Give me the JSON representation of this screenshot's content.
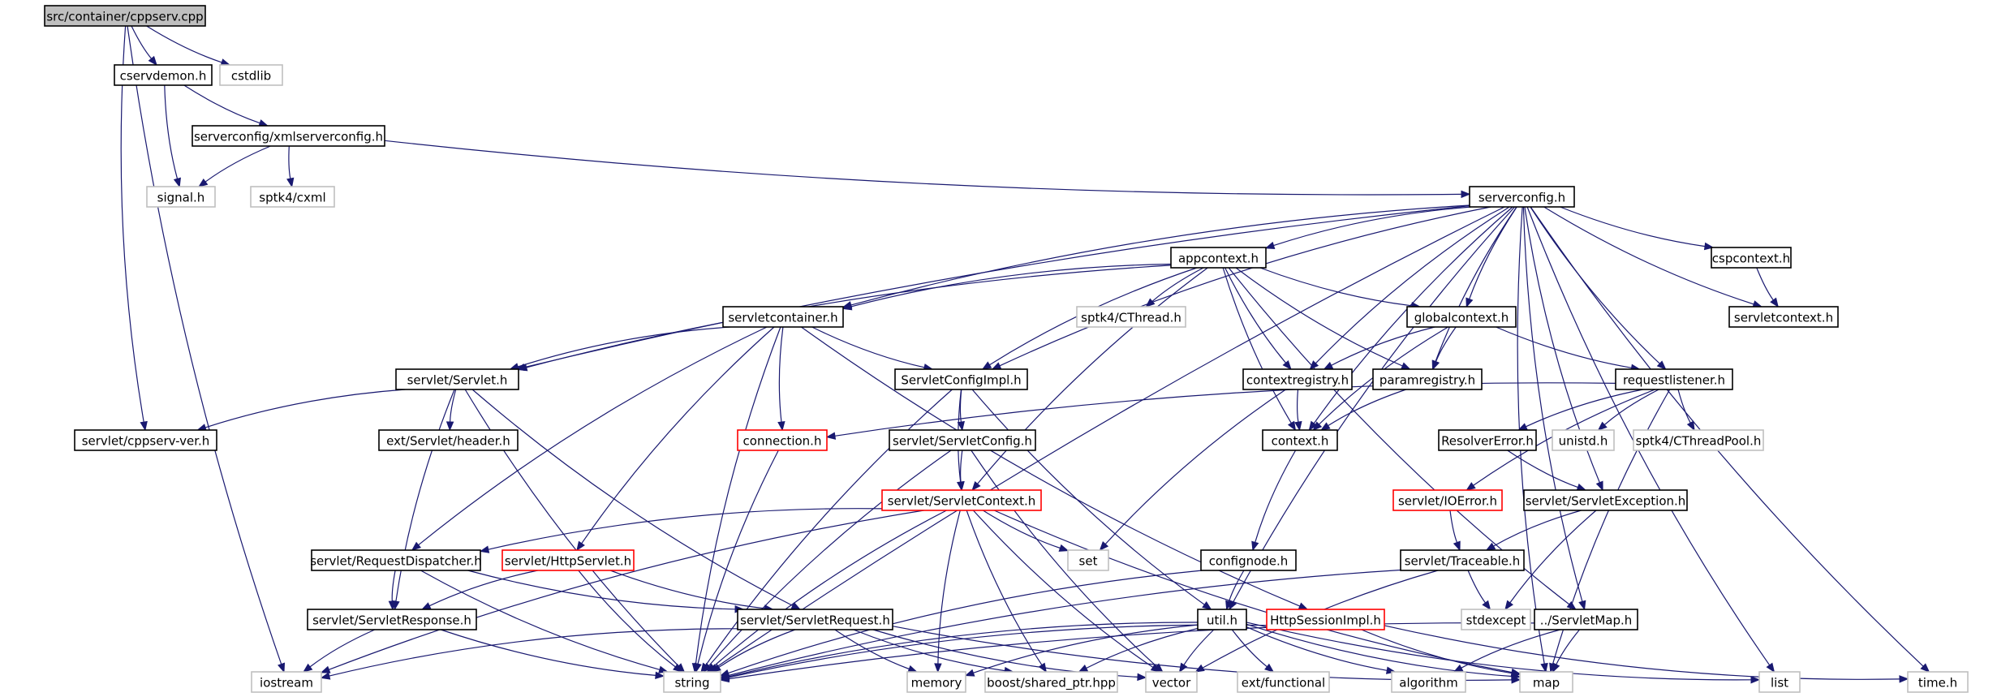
{
  "colors": {
    "edge": "#191970",
    "border_normal": "#000000",
    "border_missing": "#bfbfbf",
    "border_truncated": "#ff0000",
    "root_fill": "#bfbfbf",
    "text": "#000000"
  },
  "nodes": [
    {
      "id": "root",
      "label": "src/container/cppserv.cpp",
      "style": "root"
    },
    {
      "id": "cservdemon",
      "label": "cservdemon.h",
      "style": "normal"
    },
    {
      "id": "cstdlib",
      "label": "cstdlib",
      "style": "missing"
    },
    {
      "id": "xmlserverconfig",
      "label": "serverconfig/xmlserverconfig.h",
      "style": "normal"
    },
    {
      "id": "signal",
      "label": "signal.h",
      "style": "missing"
    },
    {
      "id": "cxml",
      "label": "sptk4/cxml",
      "style": "missing"
    },
    {
      "id": "serverconfig",
      "label": "serverconfig.h",
      "style": "normal"
    },
    {
      "id": "appcontext",
      "label": "appcontext.h",
      "style": "normal"
    },
    {
      "id": "cspcontext",
      "label": "cspcontext.h",
      "style": "normal"
    },
    {
      "id": "servletcontext_h",
      "label": "servletcontext.h",
      "style": "normal"
    },
    {
      "id": "servletcontainer",
      "label": "servletcontainer.h",
      "style": "normal"
    },
    {
      "id": "cthread",
      "label": "sptk4/CThread.h",
      "style": "missing"
    },
    {
      "id": "globalcontext",
      "label": "globalcontext.h",
      "style": "normal"
    },
    {
      "id": "servlet_h",
      "label": "servlet/Servlet.h",
      "style": "normal"
    },
    {
      "id": "servletconfigimpl",
      "label": "ServletConfigImpl.h",
      "style": "normal"
    },
    {
      "id": "contextregistry",
      "label": "contextregistry.h",
      "style": "normal"
    },
    {
      "id": "paramregistry",
      "label": "paramregistry.h",
      "style": "normal"
    },
    {
      "id": "requestlistener",
      "label": "requestlistener.h",
      "style": "normal"
    },
    {
      "id": "cppservver",
      "label": "servlet/cppserv-ver.h",
      "style": "normal"
    },
    {
      "id": "extheader",
      "label": "ext/Servlet/header.h",
      "style": "normal"
    },
    {
      "id": "connection",
      "label": "connection.h",
      "style": "truncated"
    },
    {
      "id": "servletconfig",
      "label": "servlet/ServletConfig.h",
      "style": "normal"
    },
    {
      "id": "context",
      "label": "context.h",
      "style": "normal"
    },
    {
      "id": "resolvererror",
      "label": "ResolverError.h",
      "style": "normal"
    },
    {
      "id": "unistd",
      "label": "unistd.h",
      "style": "missing"
    },
    {
      "id": "cthreadpool",
      "label": "sptk4/CThreadPool.h",
      "style": "missing"
    },
    {
      "id": "servletcontext",
      "label": "servlet/ServletContext.h",
      "style": "truncated"
    },
    {
      "id": "ioerror",
      "label": "servlet/IOError.h",
      "style": "truncated"
    },
    {
      "id": "servletexception",
      "label": "servlet/ServletException.h",
      "style": "normal"
    },
    {
      "id": "requestdispatcher",
      "label": "servlet/RequestDispatcher.h",
      "style": "normal"
    },
    {
      "id": "httpservlet",
      "label": "servlet/HttpServlet.h",
      "style": "truncated"
    },
    {
      "id": "set",
      "label": "set",
      "style": "missing"
    },
    {
      "id": "confignode",
      "label": "confignode.h",
      "style": "normal"
    },
    {
      "id": "traceable",
      "label": "servlet/Traceable.h",
      "style": "normal"
    },
    {
      "id": "servletresponse",
      "label": "servlet/ServletResponse.h",
      "style": "normal"
    },
    {
      "id": "servletrequest",
      "label": "servlet/ServletRequest.h",
      "style": "normal"
    },
    {
      "id": "util",
      "label": "util.h",
      "style": "normal"
    },
    {
      "id": "httpsessionimpl",
      "label": "HttpSessionImpl.h",
      "style": "truncated"
    },
    {
      "id": "stdexcept",
      "label": "stdexcept",
      "style": "missing"
    },
    {
      "id": "servletmap",
      "label": "../ServletMap.h",
      "style": "normal"
    },
    {
      "id": "iostream",
      "label": "iostream",
      "style": "missing"
    },
    {
      "id": "string",
      "label": "string",
      "style": "missing"
    },
    {
      "id": "memory",
      "label": "memory",
      "style": "missing"
    },
    {
      "id": "sharedptr",
      "label": "boost/shared_ptr.hpp",
      "style": "missing"
    },
    {
      "id": "vector",
      "label": "vector",
      "style": "missing"
    },
    {
      "id": "extfunctional",
      "label": "ext/functional",
      "style": "missing"
    },
    {
      "id": "algorithm",
      "label": "algorithm",
      "style": "missing"
    },
    {
      "id": "map",
      "label": "map",
      "style": "missing"
    },
    {
      "id": "list",
      "label": "list",
      "style": "missing"
    },
    {
      "id": "timeh",
      "label": "time.h",
      "style": "missing"
    }
  ],
  "edges": [
    [
      "root",
      "cservdemon"
    ],
    [
      "root",
      "cstdlib"
    ],
    [
      "root",
      "cppservver"
    ],
    [
      "root",
      "iostream"
    ],
    [
      "cservdemon",
      "xmlserverconfig"
    ],
    [
      "cservdemon",
      "signal"
    ],
    [
      "xmlserverconfig",
      "signal"
    ],
    [
      "xmlserverconfig",
      "cxml"
    ],
    [
      "xmlserverconfig",
      "serverconfig"
    ],
    [
      "serverconfig",
      "appcontext"
    ],
    [
      "serverconfig",
      "cspcontext"
    ],
    [
      "serverconfig",
      "servletcontext_h"
    ],
    [
      "serverconfig",
      "servletcontainer"
    ],
    [
      "serverconfig",
      "globalcontext"
    ],
    [
      "serverconfig",
      "servlet_h"
    ],
    [
      "serverconfig",
      "servletconfigimpl"
    ],
    [
      "serverconfig",
      "contextregistry"
    ],
    [
      "serverconfig",
      "paramregistry"
    ],
    [
      "serverconfig",
      "requestlistener"
    ],
    [
      "serverconfig",
      "context"
    ],
    [
      "serverconfig",
      "servletexception"
    ],
    [
      "serverconfig",
      "util"
    ],
    [
      "serverconfig",
      "servletmap"
    ],
    [
      "serverconfig",
      "string"
    ],
    [
      "serverconfig",
      "map"
    ],
    [
      "serverconfig",
      "list"
    ],
    [
      "serverconfig",
      "timeh"
    ],
    [
      "cspcontext",
      "servletcontext_h"
    ],
    [
      "appcontext",
      "servletcontainer"
    ],
    [
      "appcontext",
      "cthread"
    ],
    [
      "appcontext",
      "globalcontext"
    ],
    [
      "appcontext",
      "servlet_h"
    ],
    [
      "appcontext",
      "servletconfigimpl"
    ],
    [
      "appcontext",
      "contextregistry"
    ],
    [
      "appcontext",
      "paramregistry"
    ],
    [
      "appcontext",
      "context"
    ],
    [
      "appcontext",
      "servletcontext"
    ],
    [
      "appcontext",
      "servletmap"
    ],
    [
      "servletcontainer",
      "servlet_h"
    ],
    [
      "servletcontainer",
      "servletconfigimpl"
    ],
    [
      "servletcontainer",
      "connection"
    ],
    [
      "servletcontainer",
      "requestdispatcher"
    ],
    [
      "servletcontainer",
      "httpservlet"
    ],
    [
      "servletcontainer",
      "string"
    ],
    [
      "servletcontainer",
      "httpsessionimpl"
    ],
    [
      "globalcontext",
      "contextregistry"
    ],
    [
      "globalcontext",
      "paramregistry"
    ],
    [
      "globalcontext",
      "requestlistener"
    ],
    [
      "globalcontext",
      "context"
    ],
    [
      "servlet_h",
      "cppservver"
    ],
    [
      "servlet_h",
      "extheader"
    ],
    [
      "servlet_h",
      "servletresponse"
    ],
    [
      "servlet_h",
      "servletrequest"
    ],
    [
      "servlet_h",
      "string"
    ],
    [
      "servletconfigimpl",
      "servletconfig"
    ],
    [
      "servletconfigimpl",
      "servletcontext"
    ],
    [
      "servletconfigimpl",
      "string"
    ],
    [
      "servletconfigimpl",
      "util"
    ],
    [
      "contextregistry",
      "context"
    ],
    [
      "contextregistry",
      "set"
    ],
    [
      "paramregistry",
      "context"
    ],
    [
      "requestlistener",
      "connection"
    ],
    [
      "requestlistener",
      "resolvererror"
    ],
    [
      "requestlistener",
      "unistd"
    ],
    [
      "requestlistener",
      "cthreadpool"
    ],
    [
      "requestlistener",
      "ioerror"
    ],
    [
      "requestlistener",
      "map"
    ],
    [
      "connection",
      "string"
    ],
    [
      "servletconfig",
      "servletcontext"
    ],
    [
      "servletconfig",
      "string"
    ],
    [
      "servletconfig",
      "vector"
    ],
    [
      "context",
      "confignode"
    ],
    [
      "resolvererror",
      "servletexception"
    ],
    [
      "ioerror",
      "traceable"
    ],
    [
      "servletexception",
      "traceable"
    ],
    [
      "servletexception",
      "stdexcept"
    ],
    [
      "servletcontext",
      "requestdispatcher"
    ],
    [
      "servletcontext",
      "set"
    ],
    [
      "servletcontext",
      "iostream"
    ],
    [
      "servletcontext",
      "string"
    ],
    [
      "servletcontext",
      "memory"
    ],
    [
      "servletcontext",
      "sharedptr"
    ],
    [
      "servletcontext",
      "vector"
    ],
    [
      "servletcontext",
      "map"
    ],
    [
      "requestdispatcher",
      "servletresponse"
    ],
    [
      "requestdispatcher",
      "servletrequest"
    ],
    [
      "requestdispatcher",
      "string"
    ],
    [
      "httpservlet",
      "servletresponse"
    ],
    [
      "httpservlet",
      "servletrequest"
    ],
    [
      "httpservlet",
      "string"
    ],
    [
      "confignode",
      "util"
    ],
    [
      "confignode",
      "string"
    ],
    [
      "traceable",
      "stdexcept"
    ],
    [
      "traceable",
      "string"
    ],
    [
      "traceable",
      "vector"
    ],
    [
      "servletresponse",
      "iostream"
    ],
    [
      "servletresponse",
      "string"
    ],
    [
      "servletrequest",
      "iostream"
    ],
    [
      "servletrequest",
      "string"
    ],
    [
      "servletrequest",
      "memory"
    ],
    [
      "servletrequest",
      "sharedptr"
    ],
    [
      "servletrequest",
      "vector"
    ],
    [
      "servletrequest",
      "map"
    ],
    [
      "util",
      "string"
    ],
    [
      "util",
      "memory"
    ],
    [
      "util",
      "sharedptr"
    ],
    [
      "util",
      "vector"
    ],
    [
      "util",
      "extfunctional"
    ],
    [
      "util",
      "algorithm"
    ],
    [
      "util",
      "map"
    ],
    [
      "util",
      "list"
    ],
    [
      "httpsessionimpl",
      "string"
    ],
    [
      "httpsessionimpl",
      "map"
    ],
    [
      "httpsessionimpl",
      "timeh"
    ],
    [
      "servletmap",
      "string"
    ],
    [
      "servletmap",
      "algorithm"
    ],
    [
      "servletmap",
      "map"
    ]
  ]
}
